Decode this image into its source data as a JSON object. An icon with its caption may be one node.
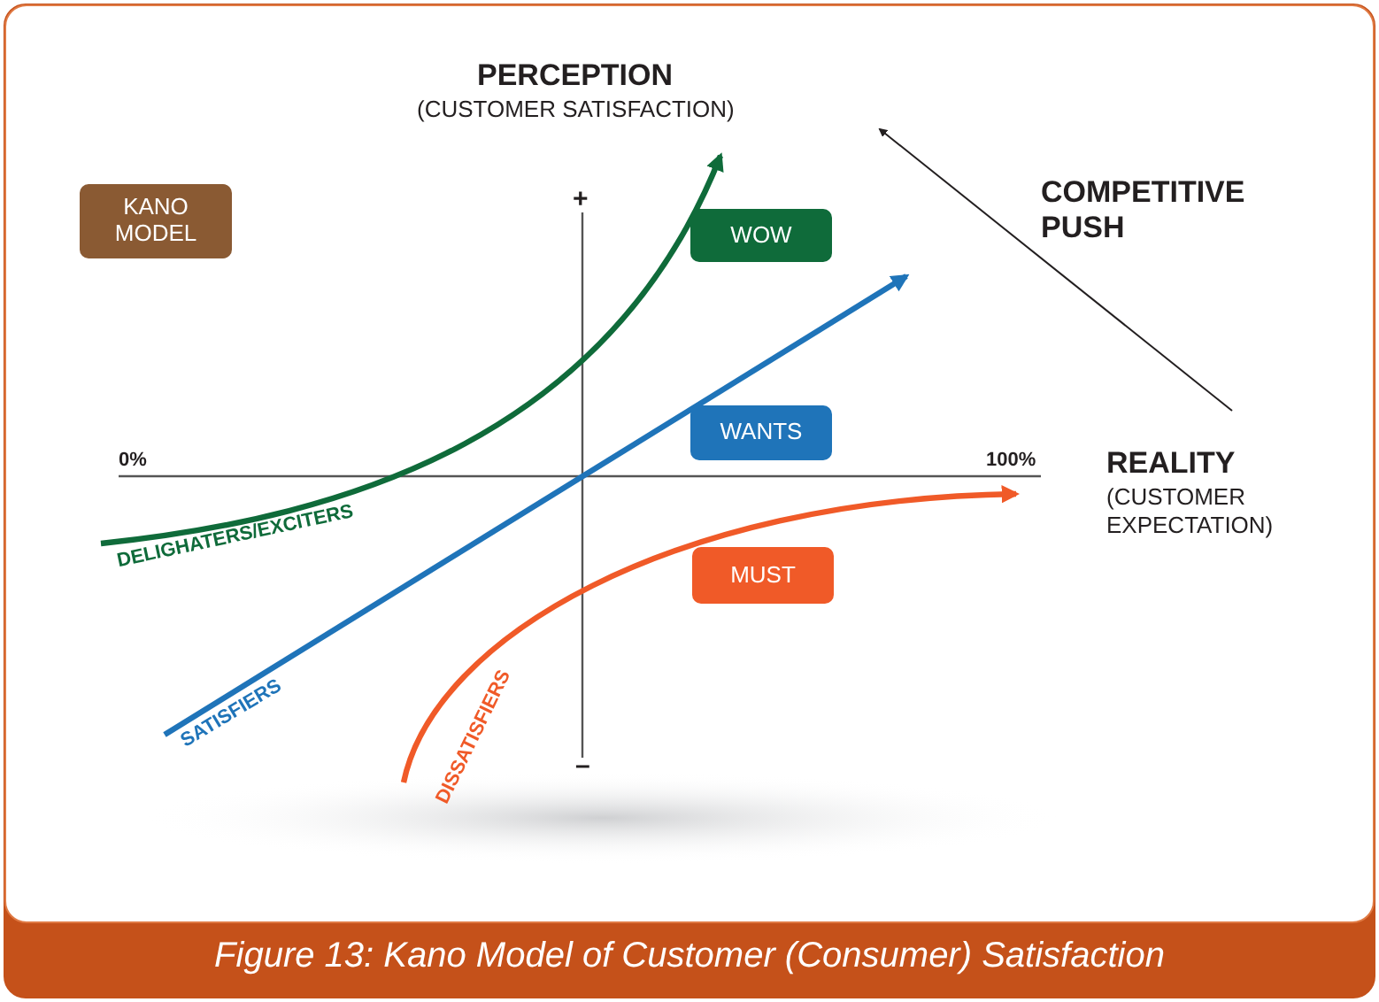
{
  "diagram": {
    "caption": "Figure 13: Kano Model of Customer (Consumer) Satisfaction",
    "nodes": [
      {
        "text": [
          "KANO MODEL"
        ]
      },
      {
        "text": [
          "WOW"
        ]
      },
      {
        "text": [
          "WANTS"
        ]
      },
      {
        "text": [
          "MUST"
        ]
      }
    ],
    "labels": [
      "PERCEPTION",
      "(CUSTOMER SATISFACTION)",
      "COMPETITIVE PUSH",
      "+",
      "0%",
      "100%",
      "REALITY",
      "(CUSTOMER EXPECTATION)",
      "DELIGHATERS/EXCITERS",
      "SATISFIERS",
      "DISSATISFIERS",
      "–"
    ]
  }
}
